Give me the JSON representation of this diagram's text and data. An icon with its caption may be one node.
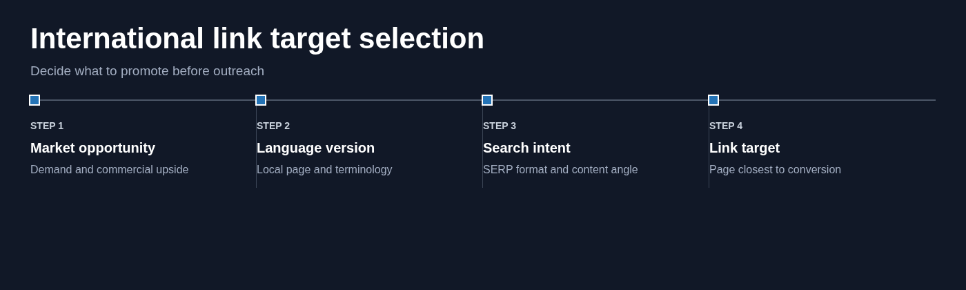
{
  "diagram": {
    "title": "International link target selection",
    "nodes": [
      {
        "text": [],
        "shape": "box",
        "beside": [
          "STEP 1",
          "Market opportunity",
          "Demand and commercial upside"
        ]
      },
      {
        "text": [],
        "shape": "box",
        "beside": [
          "STEP 2",
          "Language version",
          "Local page and terminology"
        ]
      },
      {
        "text": [],
        "shape": "box",
        "beside": [
          "STEP 3",
          "Search intent",
          "SERP format and content angle"
        ]
      },
      {
        "text": [],
        "shape": "box",
        "beside": [
          "STEP 4",
          "Link target",
          "Page closest to conversion"
        ]
      }
    ],
    "edges": [
      {
        "from": 0,
        "to": 1,
        "arrow": "none"
      },
      {
        "from": 1,
        "to": 2,
        "arrow": "none"
      },
      {
        "from": 2,
        "to": 3,
        "arrow": "none"
      },
      {
        "from": 3,
        "to": null,
        "arrow": "none"
      }
    ],
    "labels": [
      "Decide what to promote before outreach"
    ]
  }
}
